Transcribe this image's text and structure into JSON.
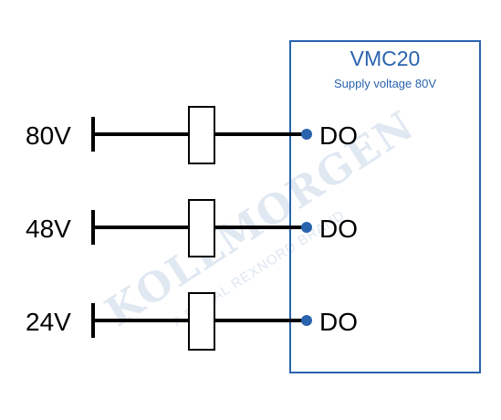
{
  "watermark": {
    "brand": "KOLLMORGEN",
    "tagline": "A REGAL REXNORD BRAND"
  },
  "device": {
    "name": "VMC20",
    "subtitle": "Supply voltage 80V"
  },
  "rows": [
    {
      "voltage": "80V",
      "output": "DO"
    },
    {
      "voltage": "48V",
      "output": "DO"
    },
    {
      "voltage": "24V",
      "output": "DO"
    }
  ],
  "colors": {
    "device_box": "#2a63ad",
    "terminal_dot": "#2a63ad",
    "wire": "#000000"
  }
}
